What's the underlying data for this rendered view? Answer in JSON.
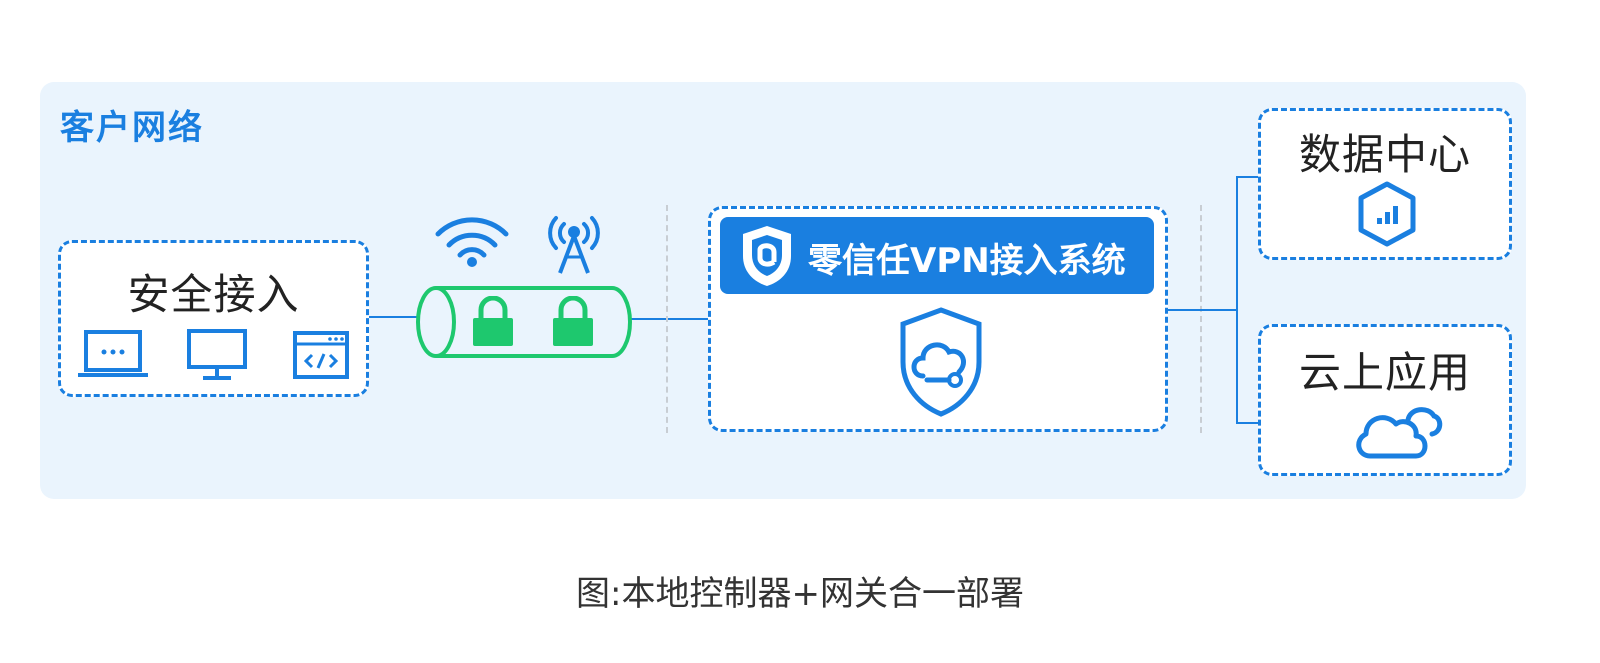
{
  "panel": {
    "title": "客户网络"
  },
  "access": {
    "title": "安全接入",
    "icons": [
      "laptop-icon",
      "monitor-icon",
      "browser-code-icon"
    ]
  },
  "tunnel": {
    "icons": [
      "wifi-icon",
      "signal-tower-icon",
      "lock-icon",
      "lock-icon"
    ]
  },
  "vpn": {
    "title": "零信任VPN接入系统",
    "icons": [
      "logo-shield-icon",
      "shield-cloud-icon"
    ]
  },
  "destinations": [
    {
      "title": "数据中心",
      "icon": "hexagon-chart-icon"
    },
    {
      "title": "云上应用",
      "icon": "cloud-icon"
    }
  ],
  "caption": "图:本地控制器+网关合一部署",
  "colors": {
    "accent": "#1a7fe0",
    "panel_bg": "#eaf4fd",
    "tunnel": "#1ec86e"
  }
}
